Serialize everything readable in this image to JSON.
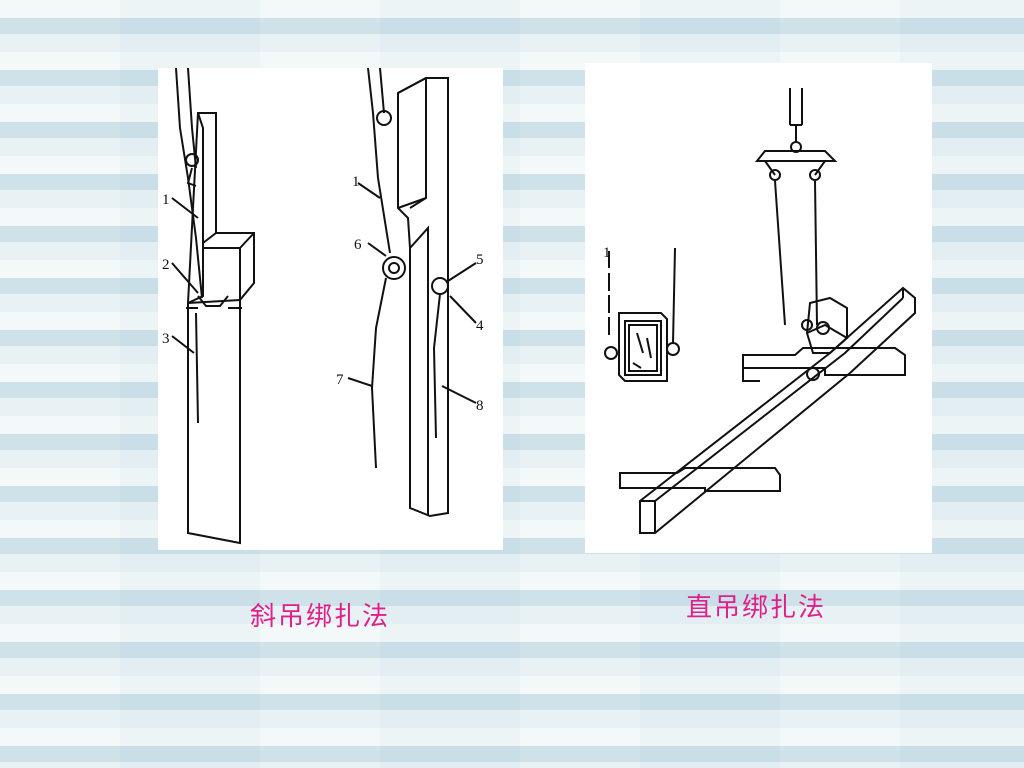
{
  "figures": {
    "left": {
      "caption": "斜吊绑扎法",
      "labels": [
        "1",
        "2",
        "3",
        "1",
        "6",
        "5",
        "4",
        "7",
        "8"
      ]
    },
    "right": {
      "caption": "直吊绑扎法",
      "labels": [
        "1"
      ]
    }
  }
}
